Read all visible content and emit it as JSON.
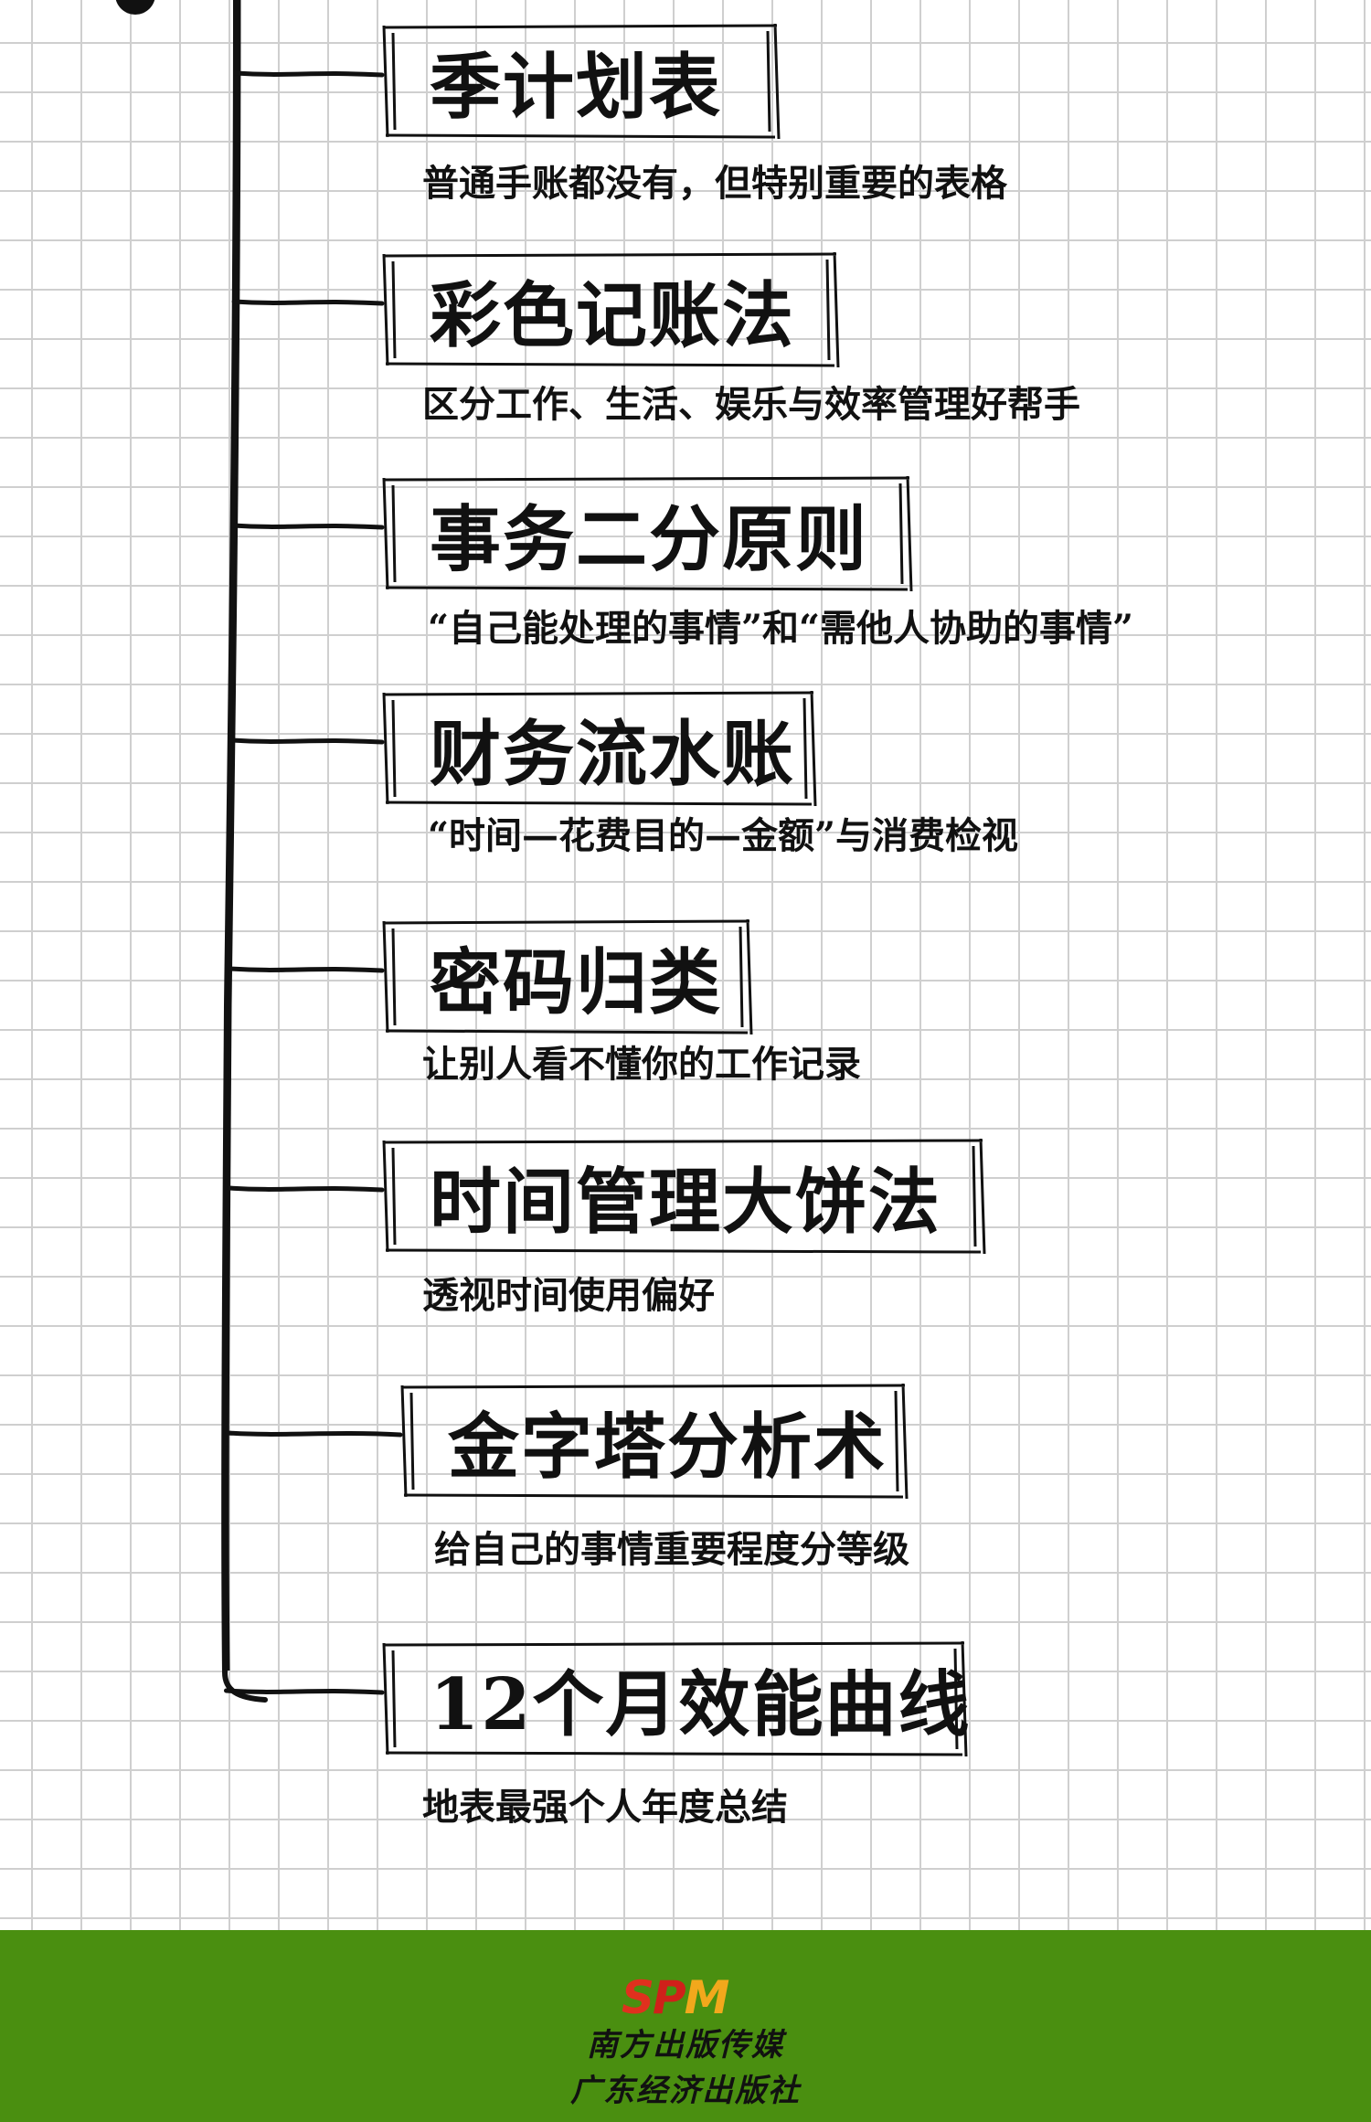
{
  "items": [
    {
      "title": "季计划表",
      "subtitle": "普通手账都没有，但特别重要的表格"
    },
    {
      "title": "彩色记账法",
      "subtitle": "区分工作、生活、娱乐与效率管理好帮手"
    },
    {
      "title": "事务二分原则",
      "subtitle": "“自己能处理的事情”和“需他人协助的事情”"
    },
    {
      "title": "财务流水账",
      "subtitle": "“时间—花费目的—金额”与消费检视"
    },
    {
      "title": "密码归类",
      "subtitle": "让别人看不懂你的工作记录"
    },
    {
      "title": "时间管理大饼法",
      "subtitle": "透视时间使用偏好"
    },
    {
      "title": "金字塔分析术",
      "subtitle": "给自己的事情重要程度分等级"
    },
    {
      "title": "12个月效能曲线",
      "subtitle": "地表最强个人年度总结"
    }
  ],
  "footer": {
    "logo": "SPM",
    "publisher_line1": "南方出版传媒",
    "publisher_line2": "广东经济出版社",
    "background_color": "#4a8f10"
  }
}
